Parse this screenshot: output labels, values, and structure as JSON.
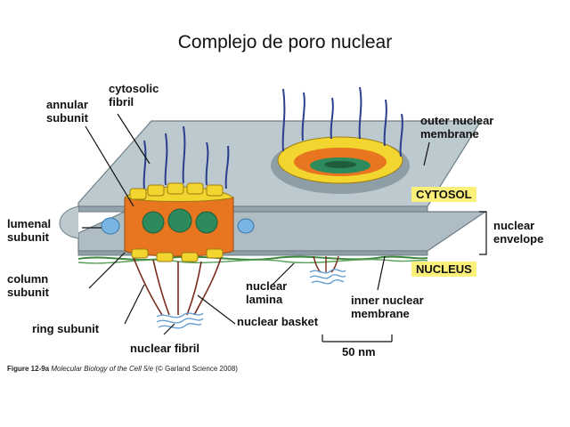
{
  "title": "Complejo de poro nuclear",
  "labels": {
    "cytosolic_fibril": "cytosolic\nfibril",
    "annular_subunit": "annular\nsubunit",
    "lumenal_subunit": "lumenal\nsubunit",
    "column_subunit": "column\nsubunit",
    "ring_subunit": "ring subunit",
    "nuclear_fibril": "nuclear fibril",
    "nuclear_basket": "nuclear basket",
    "nuclear_lamina": "nuclear\nlamina",
    "inner_nuclear_membrane": "inner nuclear\nmembrane",
    "outer_nuclear_membrane": "outer nuclear\nmembrane",
    "nuclear_envelope": "nuclear\nenvelope",
    "scale_bar": "50 nm"
  },
  "tags": {
    "cytosol": "CYTOSOL",
    "nucleus": "NUCLEUS"
  },
  "caption": {
    "figure": "Figure 12-9a",
    "book": "Molecular Biology of the Cell 5/e",
    "credit": "(© Garland Science 2008)"
  },
  "colors": {
    "membrane": "#b9c6cc",
    "membrane_edge": "#6d7d86",
    "annular": "#f2d52e",
    "column": "#e8751f",
    "spoke": "#2d8a5c",
    "lumenal": "#79b4e2",
    "fibril": "#2b3f8c",
    "basket": "#7a2a18",
    "lamina": "#3f8a3f",
    "tag_bg": "#fbf07a"
  }
}
